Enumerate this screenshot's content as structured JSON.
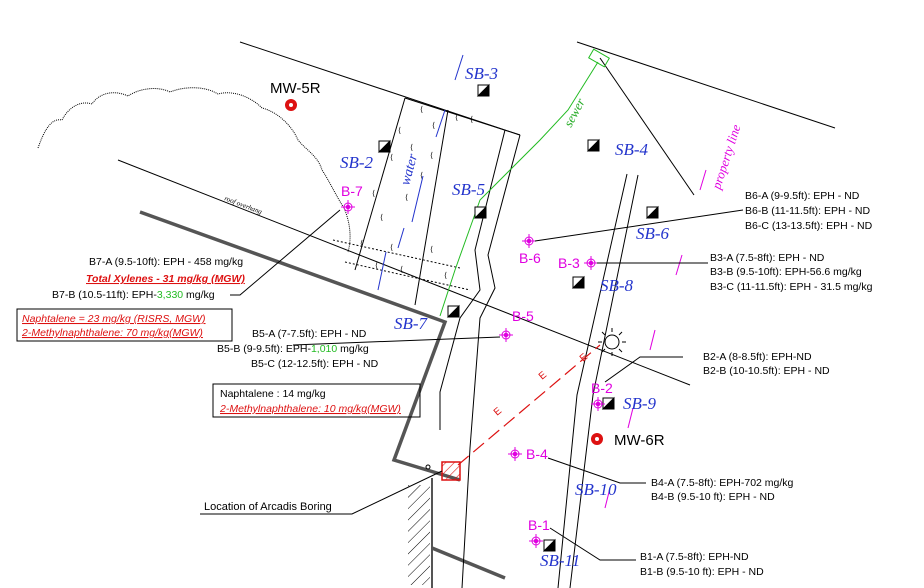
{
  "soil_borings": [
    "SB-2",
    "SB-3",
    "SB-4",
    "SB-5",
    "SB-6",
    "SB-7",
    "SB-8",
    "SB-9",
    "SB-10",
    "SB-11"
  ],
  "borings": [
    "B-1",
    "B-2",
    "B-3",
    "B-4",
    "B-5",
    "B-6",
    "B-7"
  ],
  "monitoring_wells": [
    "MW-5R",
    "MW-6R"
  ],
  "utilities": {
    "water": "water",
    "sewer": "sewer",
    "property_line": "property line",
    "roof_overhang": "roof overhang",
    "electric": "E"
  },
  "arcadis_label": "Location of Arcadis Boring",
  "results": {
    "b7": {
      "lines": [
        {
          "pre": "B7-A (9.5-10ft): EPH - 458 mg/kg",
          "hl": "",
          "post": ""
        },
        {
          "pre": "B7-B (10.5-11ft): EPH-",
          "hl": "3,330",
          "post": " mg/kg"
        }
      ],
      "red_bold": "Total Xylenes - 31 mg/kg (MGW)",
      "box": [
        "Naphtalene = 23 mg/kg (RISRS, MGW)",
        "2-Methylnaphthalene: 70 mg/kg(MGW)"
      ]
    },
    "b5": {
      "lines": [
        {
          "pre": "B5-A (7-7.5ft): EPH - ND",
          "hl": "",
          "post": ""
        },
        {
          "pre": "B5-B (9-9.5ft): EPH-",
          "hl": "1,010",
          "post": " mg/kg"
        },
        {
          "pre": "B5-C (12-12.5ft): EPH - ND",
          "hl": "",
          "post": ""
        }
      ],
      "box_black": "Naphtalene : 14 mg/kg",
      "box_red": "2-Methylnaphthalene: 10 mg/kg(MGW)"
    },
    "b6": [
      "B6-A (9-9.5ft): EPH - ND",
      "B6-B (11-11.5ft): EPH - ND",
      "B6-C (13-13.5ft): EPH - ND"
    ],
    "b3": [
      "B3-A (7.5-8ft): EPH - ND",
      "B3-B (9.5-10ft): EPH-56.6 mg/kg",
      "B3-C (11-11.5ft): EPH - 31.5 mg/kg"
    ],
    "b2": [
      "B2-A (8-8.5ft): EPH-ND",
      "B2-B (10-10.5ft): EPH - ND"
    ],
    "b4": [
      "B4-A (7.5-8ft): EPH-702 mg/kg",
      "B4-B (9.5-10 ft): EPH - ND"
    ],
    "b1": [
      "B1-A (7.5-8ft): EPH-ND",
      "B1-B (9.5-10 ft): EPH - ND"
    ]
  },
  "colors": {
    "sb_label": "#2233cc",
    "boring": "#e000e0",
    "well": "#dd1111",
    "sewer": "#22bb22",
    "electric": "#dd1111",
    "hl": "#22bb22"
  }
}
